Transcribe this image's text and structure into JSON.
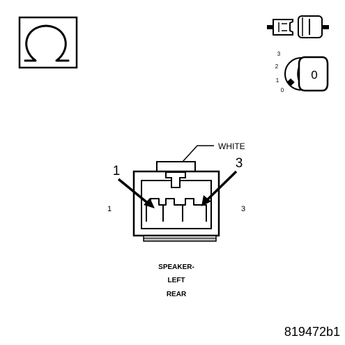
{
  "wire_color": "WHITE",
  "pin_labels_large": {
    "left": "1",
    "right": "3"
  },
  "pin_labels_small": {
    "left": "1",
    "right": "3"
  },
  "connector_name_lines": [
    "SPEAKER-",
    "LEFT",
    "REAR"
  ],
  "figure_id": "819472b1",
  "ignition_key": {
    "positions": [
      "3",
      "2",
      "1",
      "0"
    ],
    "key_label": "0"
  },
  "icons": {
    "ohmmeter": "ohm-symbol-icon",
    "connector_disconnected": "connector-disconnected-icon",
    "ignition": "ignition-key-icon"
  }
}
